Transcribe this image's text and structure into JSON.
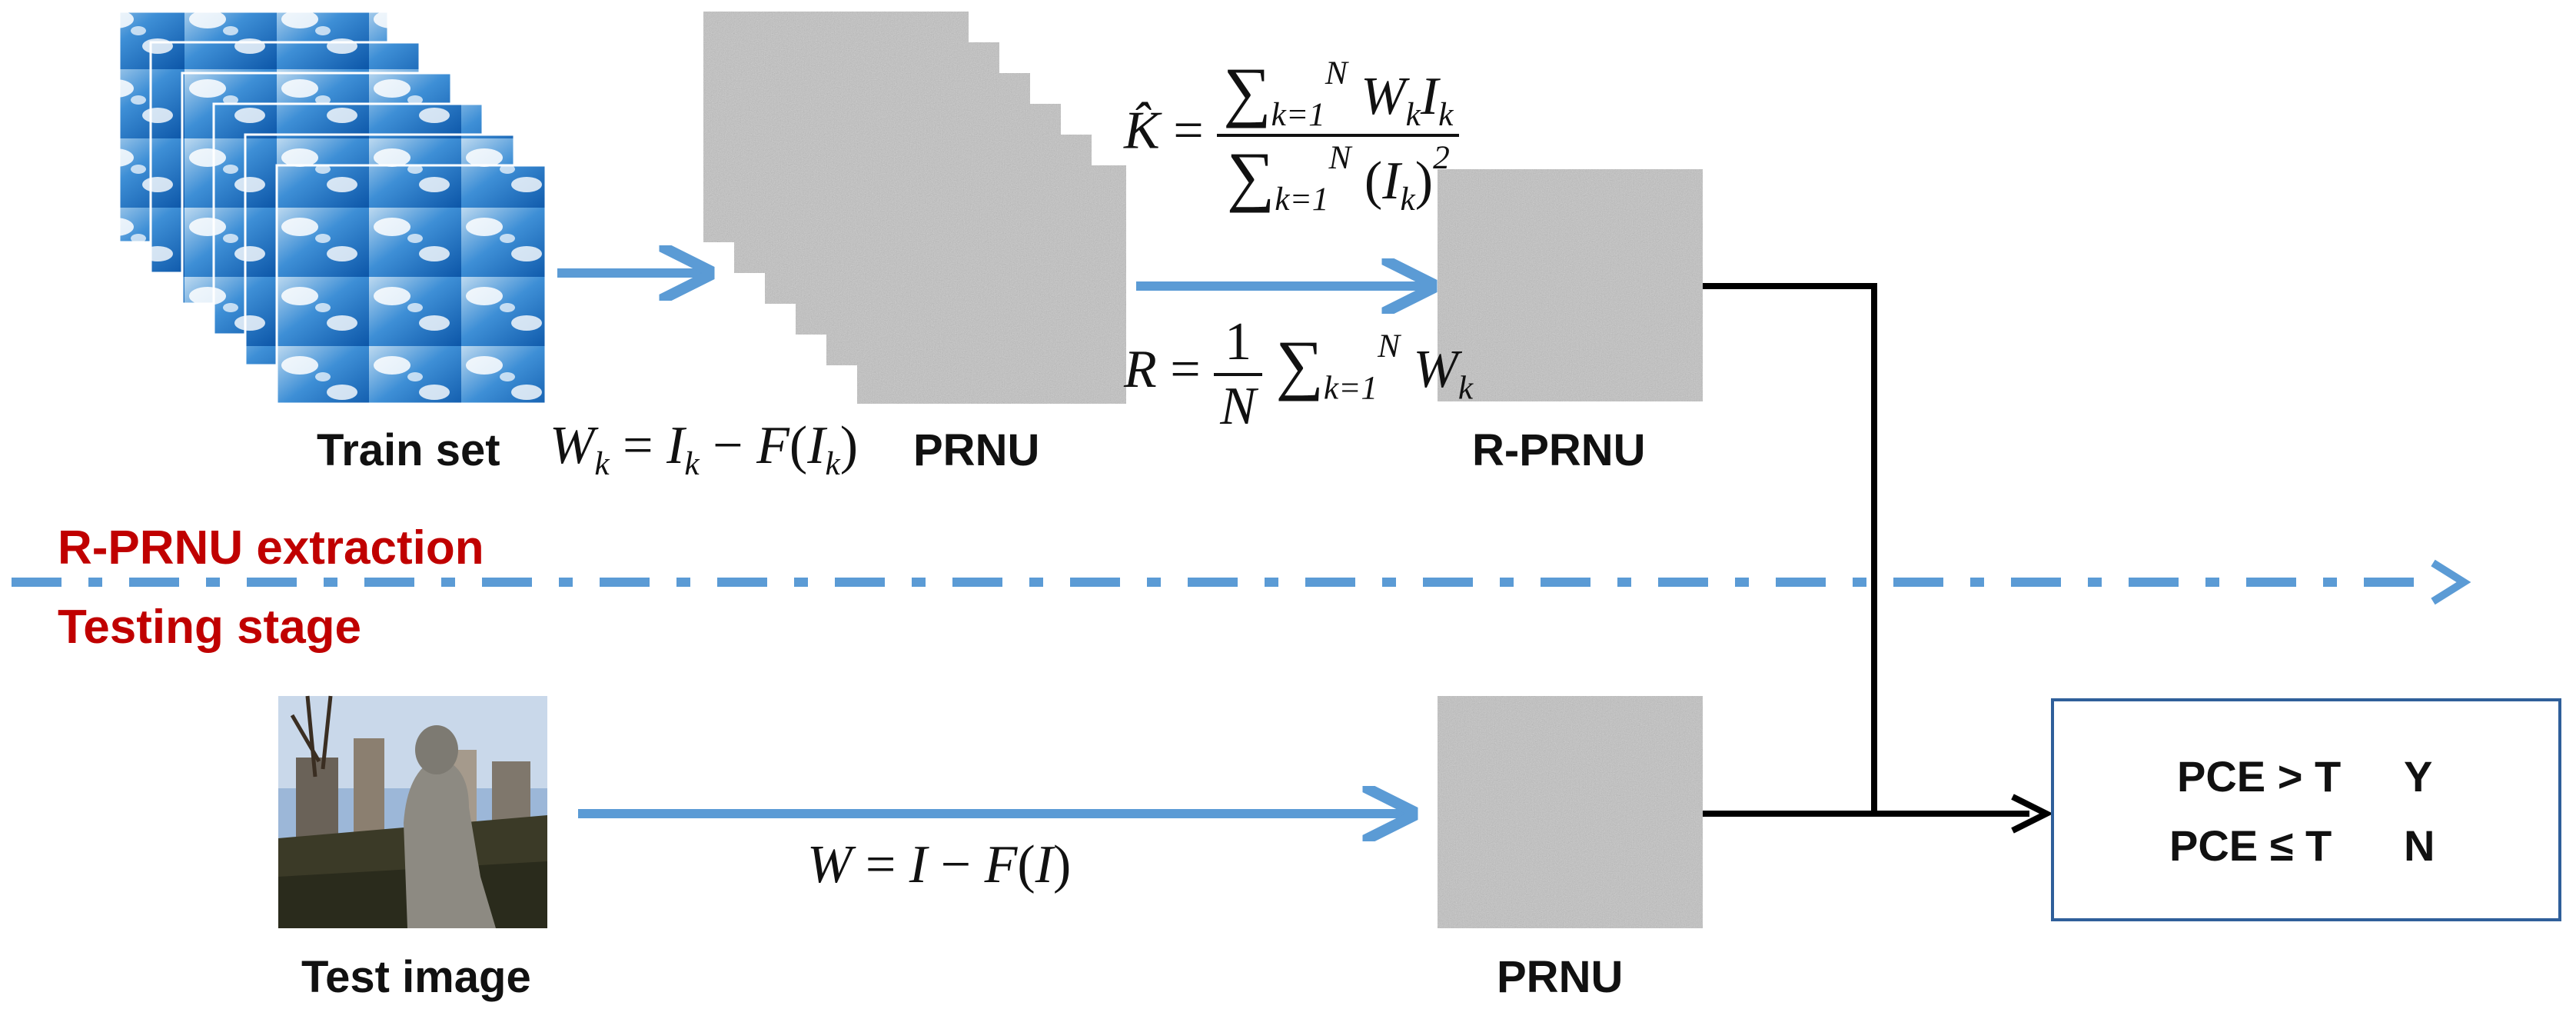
{
  "labels": {
    "train_set": "Train set",
    "prnu_top": "PRNU",
    "r_prnu": "R-PRNU",
    "test_image": "Test image",
    "prnu_bottom": "PRNU"
  },
  "stages": {
    "extraction": "R-PRNU extraction",
    "testing": "Testing stage"
  },
  "formulas": {
    "wk": "W_k = I_k − F(I_k)",
    "k_hat": "K̂ = Σ_{k=1}^{N} W_k I_k / Σ_{k=1}^{N} (I_k)^2",
    "r": "R = (1/N) Σ_{k=1}^{N} W_k",
    "w": "W = I − F(I)"
  },
  "decision": {
    "rule1": {
      "condition": "PCE > T",
      "result": "Y"
    },
    "rule2": {
      "condition": "PCE ≤ T",
      "result": "N"
    }
  },
  "colors": {
    "arrow_blue": "#5b9bd5",
    "stage_red": "#c00000",
    "line_black": "#000000",
    "box_border": "#2f5f9a",
    "noise_gray": "#8a8a8a"
  }
}
